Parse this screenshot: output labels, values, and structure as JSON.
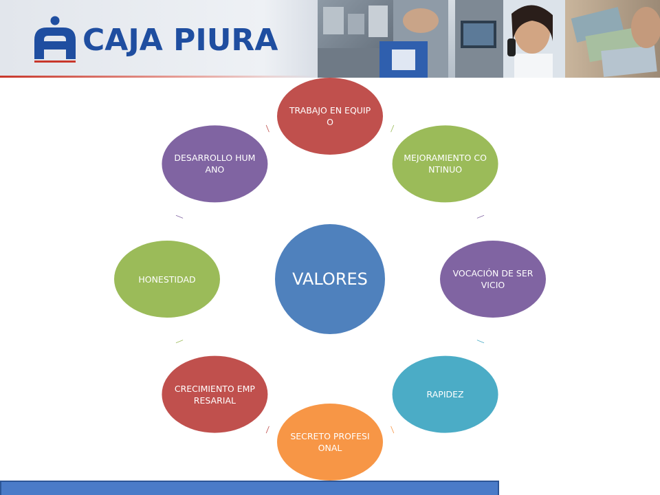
{
  "header": {
    "brand_name": "CAJA PIURA",
    "logo_icon": "caja-piura-logo-icon",
    "photo_icon": "office-collage-photo",
    "colors": {
      "brand_blue": "#1f4ea0",
      "accent_red": "#c8372b"
    }
  },
  "diagram": {
    "type": "cycle",
    "center": {
      "label": "VALORES",
      "color": "#4f81bd"
    },
    "nodes": [
      {
        "label": "TRABAJO EN EQUIPO",
        "color": "#c0504d"
      },
      {
        "label": "MEJORAMIENTO CONTINUO",
        "color": "#9bbb59"
      },
      {
        "label": "VOCACIÓN DE SERVICIO",
        "color": "#8064a2"
      },
      {
        "label": "RAPIDEZ",
        "color": "#4bacc6"
      },
      {
        "label": "SECRETO PROFESIONAL",
        "color": "#f79646"
      },
      {
        "label": "CRECIMIENTO EMPRESARIAL",
        "color": "#c0504d"
      },
      {
        "label": "HONESTIDAD",
        "color": "#9bbb59"
      },
      {
        "label": "DESARROLLO HUMANO",
        "color": "#8064a2"
      }
    ]
  },
  "footer": {
    "color": "#4a7bc8"
  }
}
